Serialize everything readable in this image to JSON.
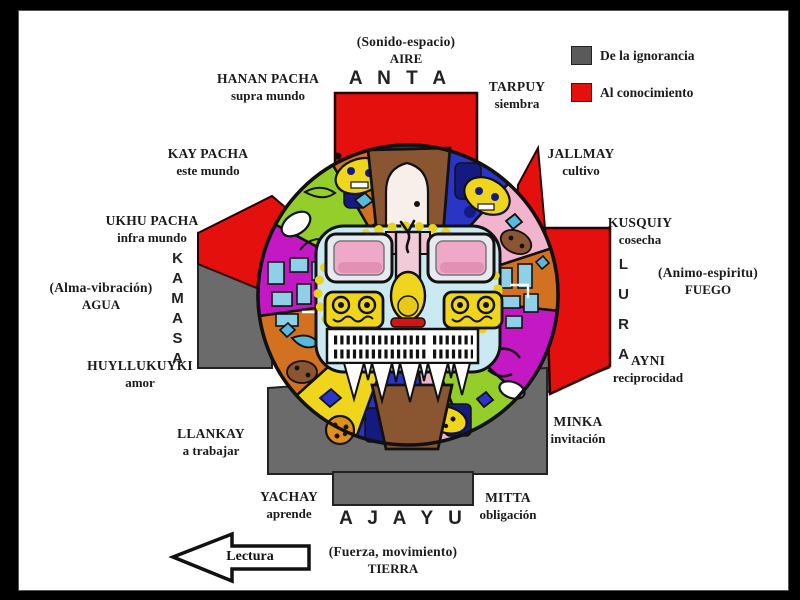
{
  "legend": {
    "items": [
      {
        "id": "ignorance",
        "label": "De la ignorancia",
        "color": "#5a5a5a"
      },
      {
        "id": "knowledge",
        "label": "Al conocimiento",
        "color": "#e3100e"
      }
    ]
  },
  "center_words": {
    "top": "A N T A",
    "bottom": "A J A Y U",
    "left_vertical": "KAMASA",
    "right_vertical": "LURA"
  },
  "elements": {
    "air": {
      "paren": "(Sonido-espacio)",
      "name": "AIRE"
    },
    "fire": {
      "paren": "(Animo-espiritu)",
      "name": "FUEGO"
    },
    "water": {
      "paren": "(Alma-vibración)",
      "name": "AGUA"
    },
    "earth": {
      "paren": "(Fuerza, movimiento)",
      "name": "TIERRA"
    }
  },
  "labels": {
    "hanan_pacha": {
      "word": "HANAN PACHA",
      "meaning": "supra mundo"
    },
    "kay_pacha": {
      "word": "KAY PACHA",
      "meaning": "este mundo"
    },
    "ukhu_pacha": {
      "word": "UKHU PACHA",
      "meaning": "infra mundo"
    },
    "tarpuy": {
      "word": "TARPUY",
      "meaning": "siembra"
    },
    "jallmay": {
      "word": "JALLMAY",
      "meaning": "cultivo"
    },
    "kusquiy": {
      "word": "KUSQUIY",
      "meaning": "cosecha"
    },
    "ayni": {
      "word": "AYNI",
      "meaning": "reciprocidad"
    },
    "minka": {
      "word": "MINKA",
      "meaning": "invitación"
    },
    "mitta": {
      "word": "MITTA",
      "meaning": "obligación"
    },
    "yachay": {
      "word": "YACHAY",
      "meaning": "aprende"
    },
    "llankay": {
      "word": "LLANKAY",
      "meaning": "a trabajar"
    },
    "huyllukuyki": {
      "word": "HUYLLUKUYKI",
      "meaning": "amor"
    }
  },
  "arrow": {
    "label": "Lectura"
  },
  "palette": {
    "cross_red": "#e3100e",
    "cross_gray": "#6b6b6b",
    "ring_orange": "#d2711f",
    "ring_blue": "#2a35c8",
    "ring_navy": "#151a80",
    "ring_pink": "#f2b4cc",
    "ring_green": "#93ce2b",
    "ring_magenta": "#c318c3",
    "ring_yellow": "#efd51c",
    "ring_brown": "#8a5632",
    "face_blue": "#cbe9f2",
    "accent_teal": "#57b8e0",
    "teeth_white": "#ffffff"
  }
}
